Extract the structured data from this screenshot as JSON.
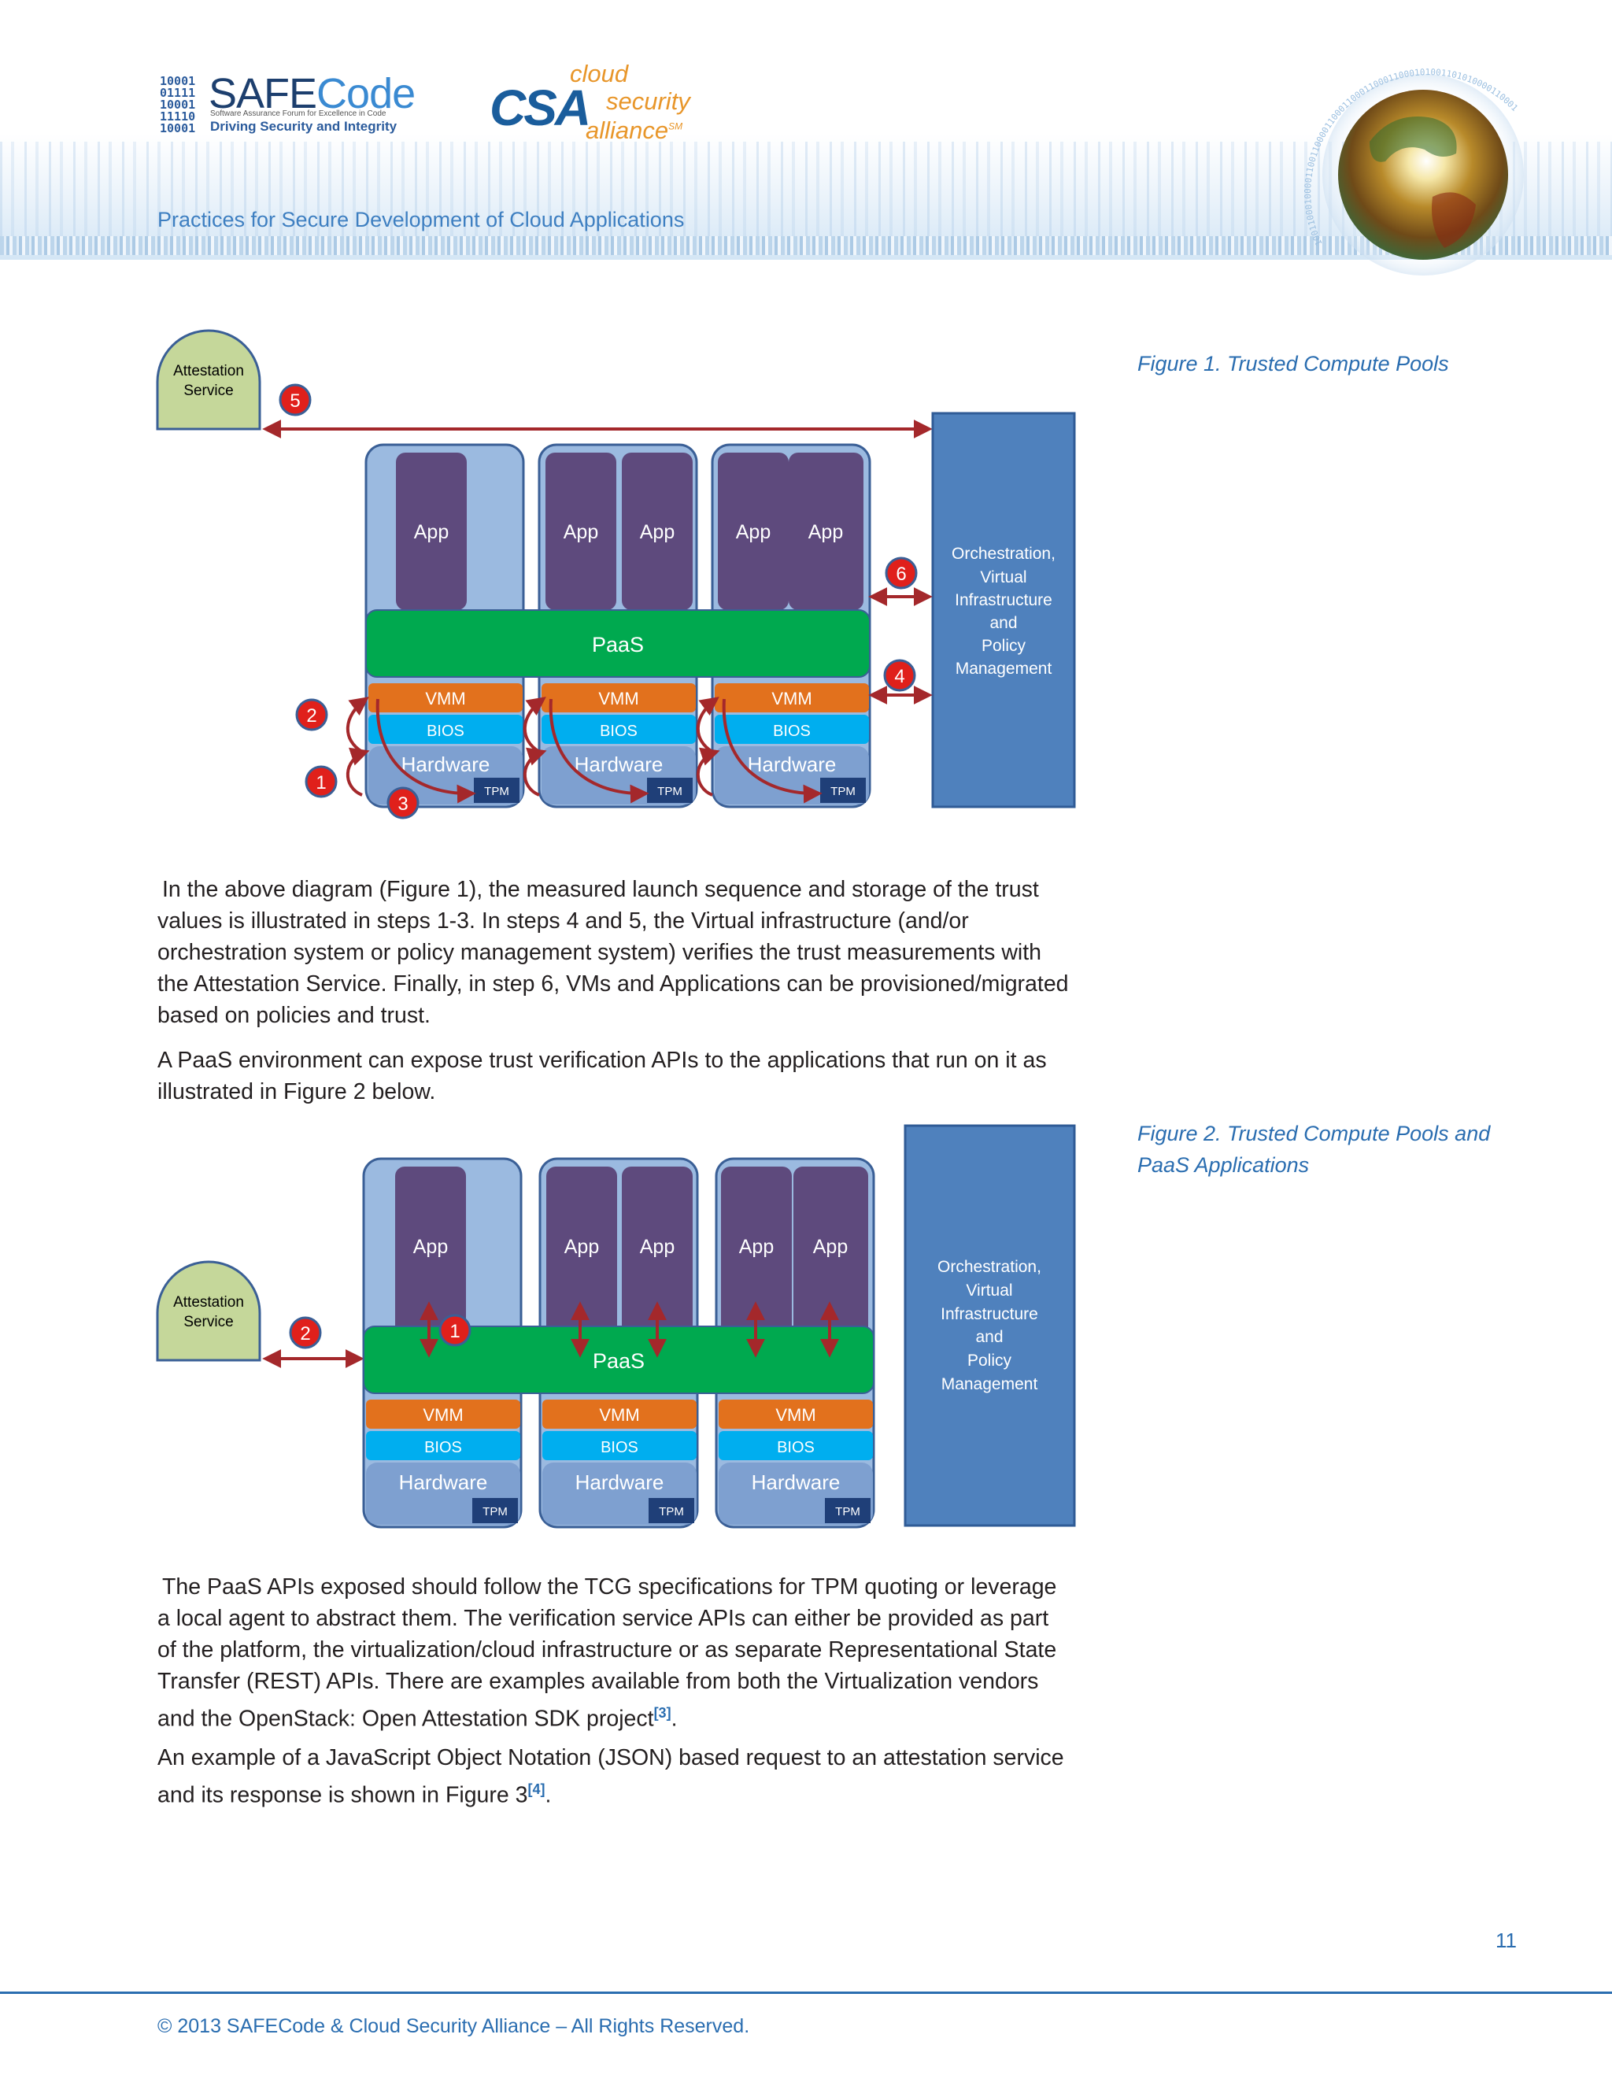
{
  "header": {
    "document_title": "Practices for Secure Development of Cloud Applications",
    "safecode": {
      "bits": [
        "10001",
        "01111",
        "10001",
        "11110",
        "10001"
      ],
      "word_left": "SAFE",
      "word_right": "Code",
      "small_line": "Software Assurance Forum for Excellence in Code",
      "tagline": "Driving Security and Integrity"
    },
    "csa": {
      "mark": "CSA",
      "line1": "cloud",
      "line2": "security",
      "line3": "alliance",
      "sm": "SM"
    },
    "globe_digits": "1001100010000110011000011000110001100011000101001101010000110001"
  },
  "figure1": {
    "caption": "Figure 1. Trusted Compute Pools",
    "attestation_label": [
      "Attestation",
      "Service"
    ],
    "app_label": "App",
    "paas_label": "PaaS",
    "vmm_label": "VMM",
    "bios_label": "BIOS",
    "hardware_label": "Hardware",
    "tpm_label": "TPM",
    "orchestration_label": [
      "Orchestration,",
      "Virtual",
      "Infrastructure",
      "and",
      "Policy",
      "Management"
    ],
    "steps": [
      "1",
      "2",
      "3",
      "4",
      "5",
      "6"
    ]
  },
  "body": {
    "paragraph1": "In the above diagram (Figure 1), the measured launch sequence and storage of the trust values is illustrated in steps 1-3. In steps 4 and 5, the Virtual infrastructure (and/or orchestration system or policy management system) verifies the trust measurements with the Attestation Service. Finally, in step 6, VMs and Applications can be provisioned/migrated based on policies and trust.",
    "paragraph2": "A PaaS environment can expose trust verification APIs to the applications that run on it as illustrated in Figure 2 below.",
    "paragraph3": "The PaaS APIs exposed should follow the TCG specifications for TPM quoting or leverage a local agent to abstract them. The verification service APIs can either be provided as part of the platform, the virtualization/cloud infrastructure or as separate Representational State Transfer (REST) APIs. There are examples available from both the Virtualization vendors and the OpenStack: Open Attestation SDK project",
    "paragraph3_cite": "[3]",
    "paragraph3_end": ".",
    "paragraph4": "An example of a JavaScript Object Notation (JSON) based request to an attestation service and its response is shown in Figure 3",
    "paragraph4_cite": "[4]",
    "paragraph4_end": "."
  },
  "figure2": {
    "caption": "Figure 2. Trusted Compute Pools and PaaS Applications",
    "attestation_label": [
      "Attestation",
      "Service"
    ],
    "app_label": "App",
    "paas_label": "PaaS",
    "vmm_label": "VMM",
    "bios_label": "BIOS",
    "hardware_label": "Hardware",
    "tpm_label": "TPM",
    "orchestration_label": [
      "Orchestration,",
      "Virtual",
      "Infrastructure",
      "and",
      "Policy",
      "Management"
    ],
    "steps": [
      "1",
      "2"
    ]
  },
  "footer": {
    "page_number": "11",
    "copyright": "© 2013 SAFECode & Cloud Security Alliance – All Rights Reserved."
  },
  "colors": {
    "host_bg": "#9bbae0",
    "host_border": "#3a5f96",
    "app": "#5e4a7d",
    "paas": "#00a94f",
    "vmm": "#e2711d",
    "bios": "#00aeef",
    "hardware": "#7ea0d0",
    "tpm": "#1f3f78",
    "orchestration": "#4f81bd",
    "attestation": "#c5d79a",
    "arrow": "#a4282b",
    "badge": "#e0201b",
    "link": "#2a6db0"
  }
}
